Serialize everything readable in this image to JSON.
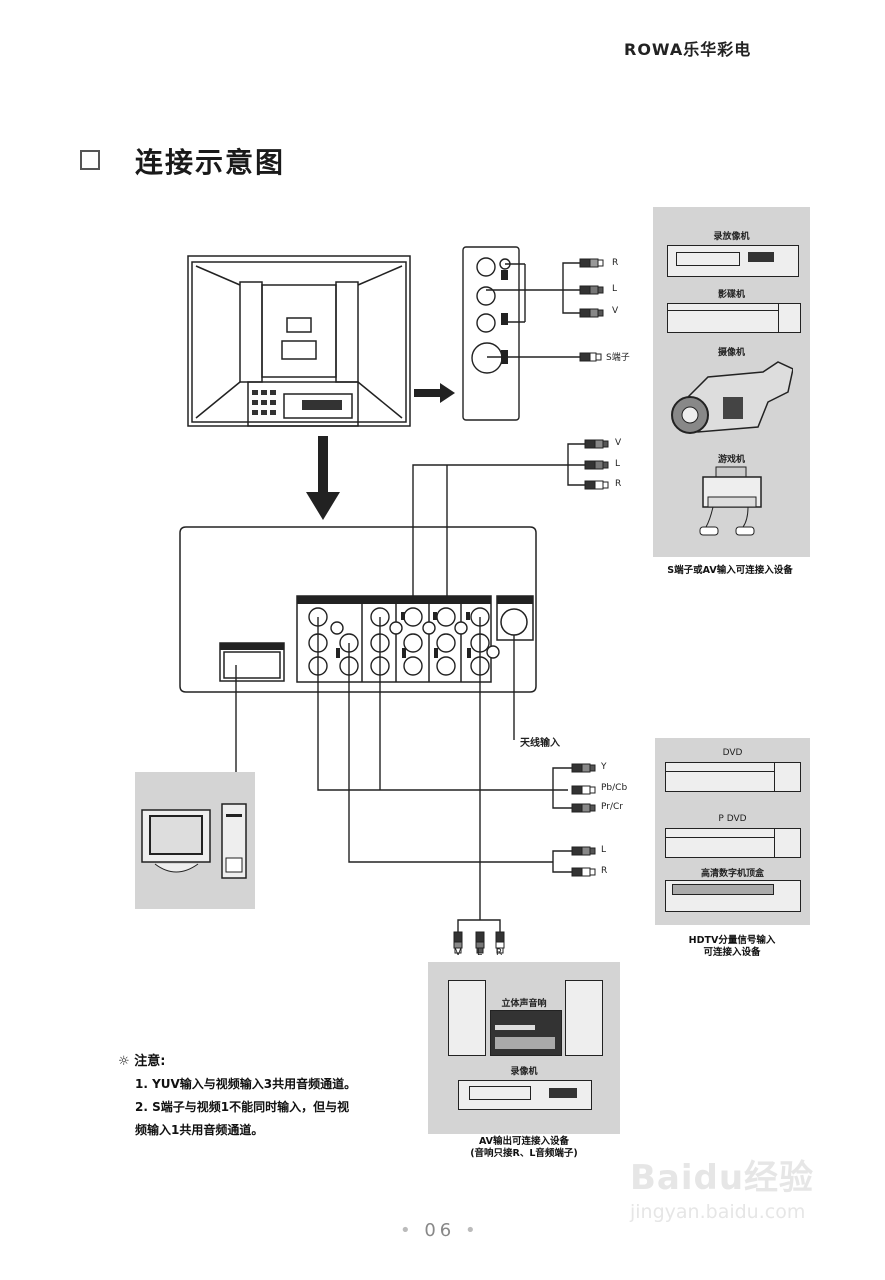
{
  "header": {
    "brand": "ROWA乐华彩电"
  },
  "section": {
    "title": "连接示意图"
  },
  "tv_rear_panel": {
    "jacks_side": {
      "plugs": [
        "R",
        "L",
        "V"
      ],
      "s_video_plug": "S端子"
    },
    "rear_av_plugs": [
      "V",
      "L",
      "R"
    ],
    "antenna_label": "天线输入"
  },
  "group_s_av": {
    "devices": [
      "录放像机",
      "影碟机",
      "摄像机",
      "游戏机"
    ],
    "caption": "S端子或AV输入可连接入设备"
  },
  "group_component": {
    "plugs": [
      "Y",
      "Pb/Cb",
      "Pr/Cr"
    ],
    "audio_plugs": [
      "L",
      "R"
    ],
    "devices": [
      "DVD",
      "P DVD",
      "高清数字机顶盒"
    ],
    "caption_line1": "HDTV分量信号输入",
    "caption_line2": "可连接入设备"
  },
  "group_av_out": {
    "plugs": [
      "V",
      "L",
      "R"
    ],
    "devices": [
      "立体声音响",
      "录像机"
    ],
    "caption_line1": "AV输出可连接入设备",
    "caption_line2": "(音响只接R、L音频端子)"
  },
  "notes": {
    "title": "注意:",
    "items": [
      "1. YUV输入与视频输入3共用音频通道。",
      "2. S端子与视频1不能同时输入，但与视",
      "频输入1共用音频通道。"
    ]
  },
  "footer": {
    "page_number": "06"
  },
  "watermark": {
    "brand": "Baidu经验",
    "url": "jingyan.baidu.com"
  }
}
